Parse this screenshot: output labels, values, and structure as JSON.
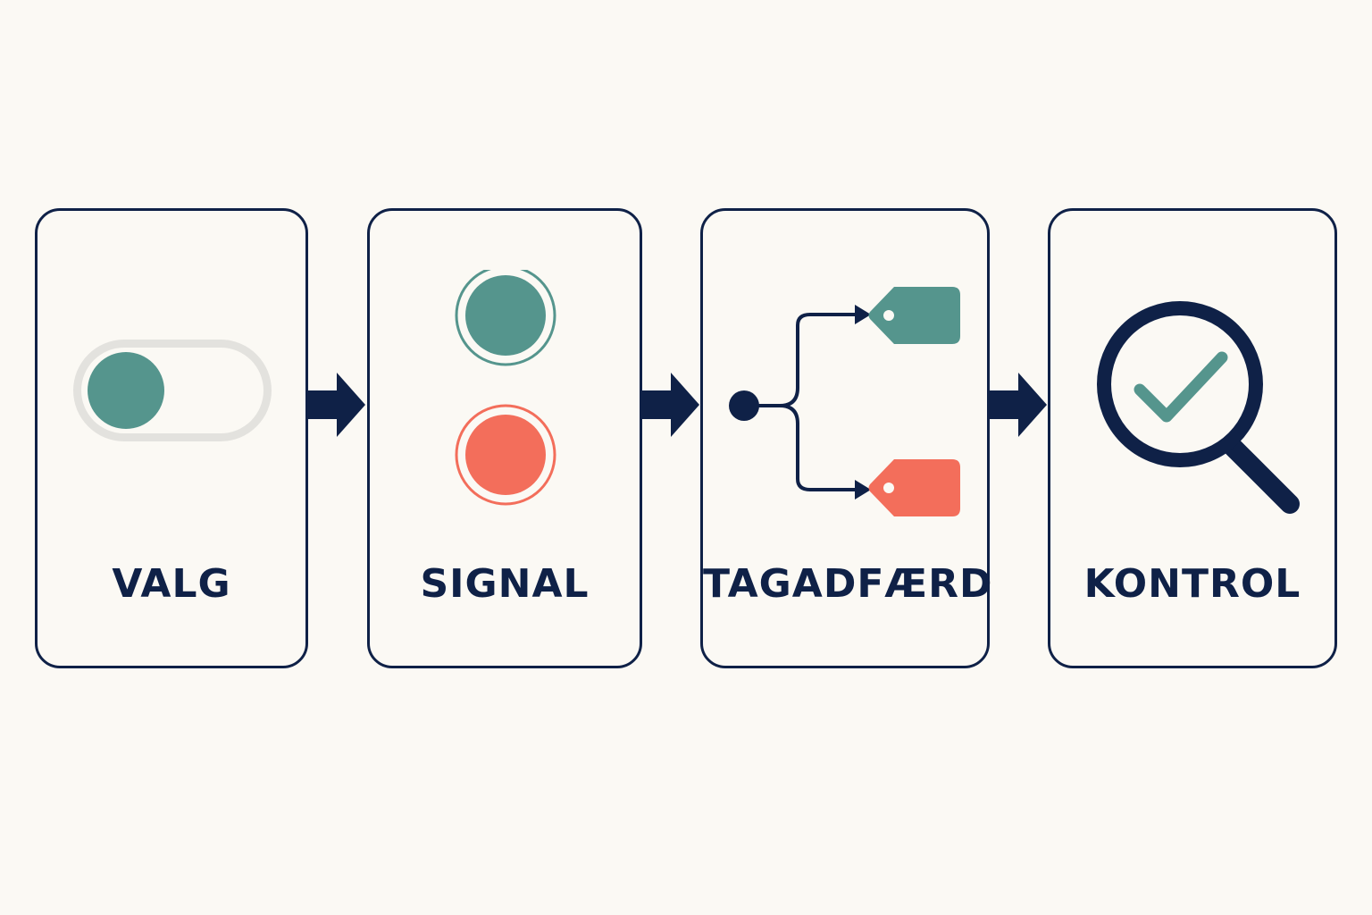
{
  "colors": {
    "navy": "#0f2147",
    "teal": "#55958d",
    "coral": "#f36e5b",
    "background": "#fbf9f4",
    "toggle_track": "#e3e2de"
  },
  "steps": [
    {
      "label": "VALG",
      "icon": "toggle-switch-icon"
    },
    {
      "label": "SIGNAL",
      "icon": "signal-lights-icon"
    },
    {
      "label": "TAGADFÆRD",
      "icon": "branching-tags-icon"
    },
    {
      "label": "KONTROL",
      "icon": "magnifier-check-icon"
    }
  ],
  "connectors": [
    "arrow-right-icon",
    "arrow-right-icon",
    "arrow-right-icon"
  ]
}
